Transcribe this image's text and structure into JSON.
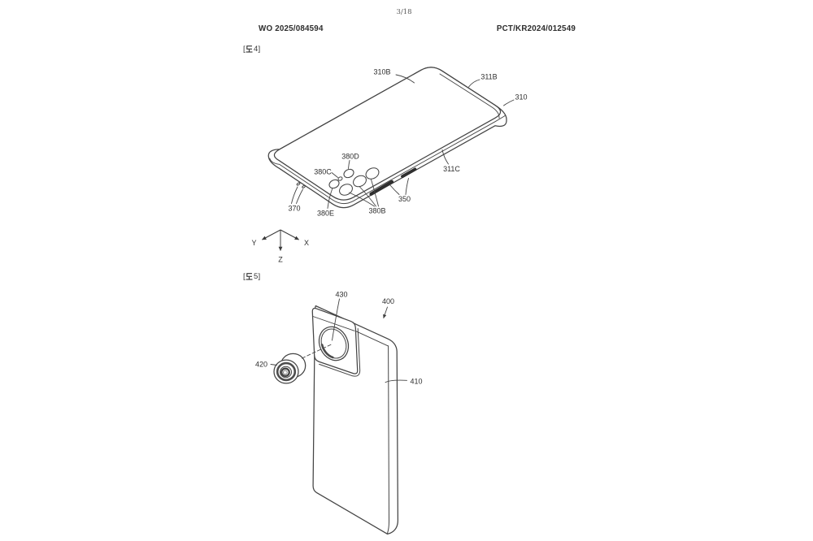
{
  "page": {
    "page_number": "3/18",
    "publication_number": "WO 2025/084594",
    "application_number": "PCT/KR2024/012549"
  },
  "figure4": {
    "tag_full": "[도4]",
    "tag_open": "[",
    "tag_close": "4]",
    "labels": {
      "l310B": "310B",
      "l311B": "311B",
      "l310": "310",
      "l311C": "311C",
      "l350": "350",
      "l370": "370",
      "l380B": "380B",
      "l380C": "380C",
      "l380D": "380D",
      "l380E": "380E"
    },
    "axes": {
      "x": "X",
      "y": "Y",
      "z": "Z"
    }
  },
  "figure5": {
    "tag_full": "[도5]",
    "tag_open": "[",
    "tag_close": "5]",
    "labels": {
      "l400": "400",
      "l410": "410",
      "l420": "420",
      "l430": "430"
    }
  },
  "colors": {
    "line": "#444444",
    "text": "#2e2e2e",
    "slot": "#2f2f2f",
    "background": "#ffffff"
  }
}
